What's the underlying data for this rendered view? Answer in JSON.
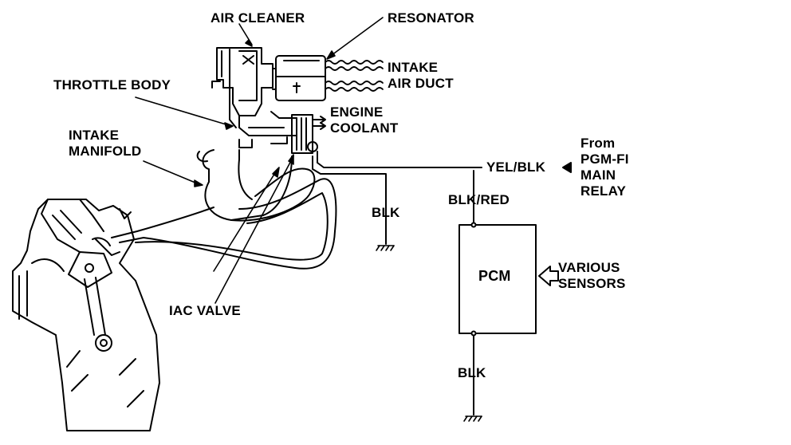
{
  "labels": {
    "air_cleaner": "AIR CLEANER",
    "resonator": "RESONATOR",
    "intake_air_duct_1": "INTAKE",
    "intake_air_duct_2": "AIR DUCT",
    "throttle_body": "THROTTLE BODY",
    "engine_coolant_1": "ENGINE",
    "engine_coolant_2": "COOLANT",
    "intake_manifold_1": "INTAKE",
    "intake_manifold_2": "MANIFOLD",
    "yel_blk": "YEL/BLK",
    "from_relay_1": "From",
    "from_relay_2": "PGM-FI",
    "from_relay_3": "MAIN",
    "from_relay_4": "RELAY",
    "blk_ground_1": "BLK",
    "blk_red": "BLK/RED",
    "pcm": "PCM",
    "various_sensors_1": "VARIOUS",
    "various_sensors_2": "SENSORS",
    "iac_valve": "IAC VALVE",
    "blk_ground_2": "BLK"
  },
  "colors": {
    "ink": "#000000",
    "paper": "#ffffff"
  }
}
